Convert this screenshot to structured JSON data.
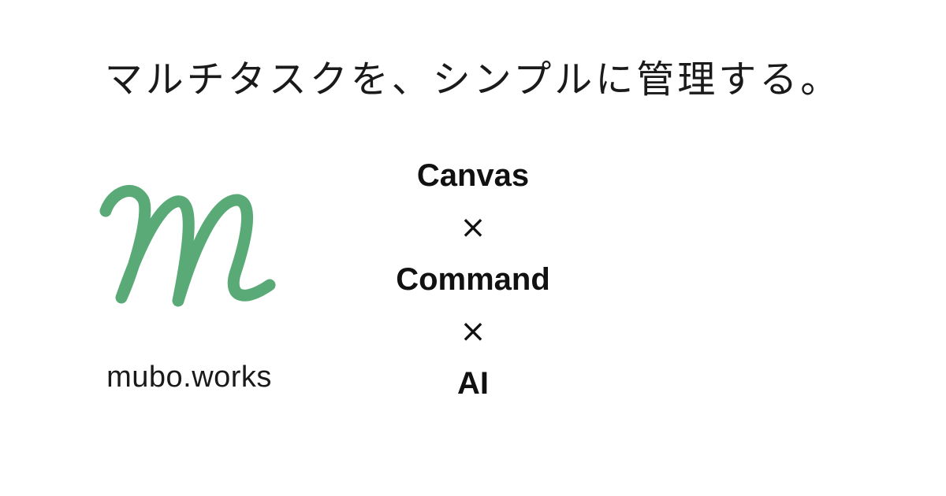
{
  "headline": "マルチタスクを、シンプルに管理する。",
  "brand": {
    "logo_icon": "script-m-logo-icon",
    "logo_color": "#5aaa78",
    "name": "mubo.works"
  },
  "formula": {
    "term_1": "Canvas",
    "separator_1": "×",
    "term_2": "Command",
    "separator_2": "×",
    "term_3": "AI"
  }
}
